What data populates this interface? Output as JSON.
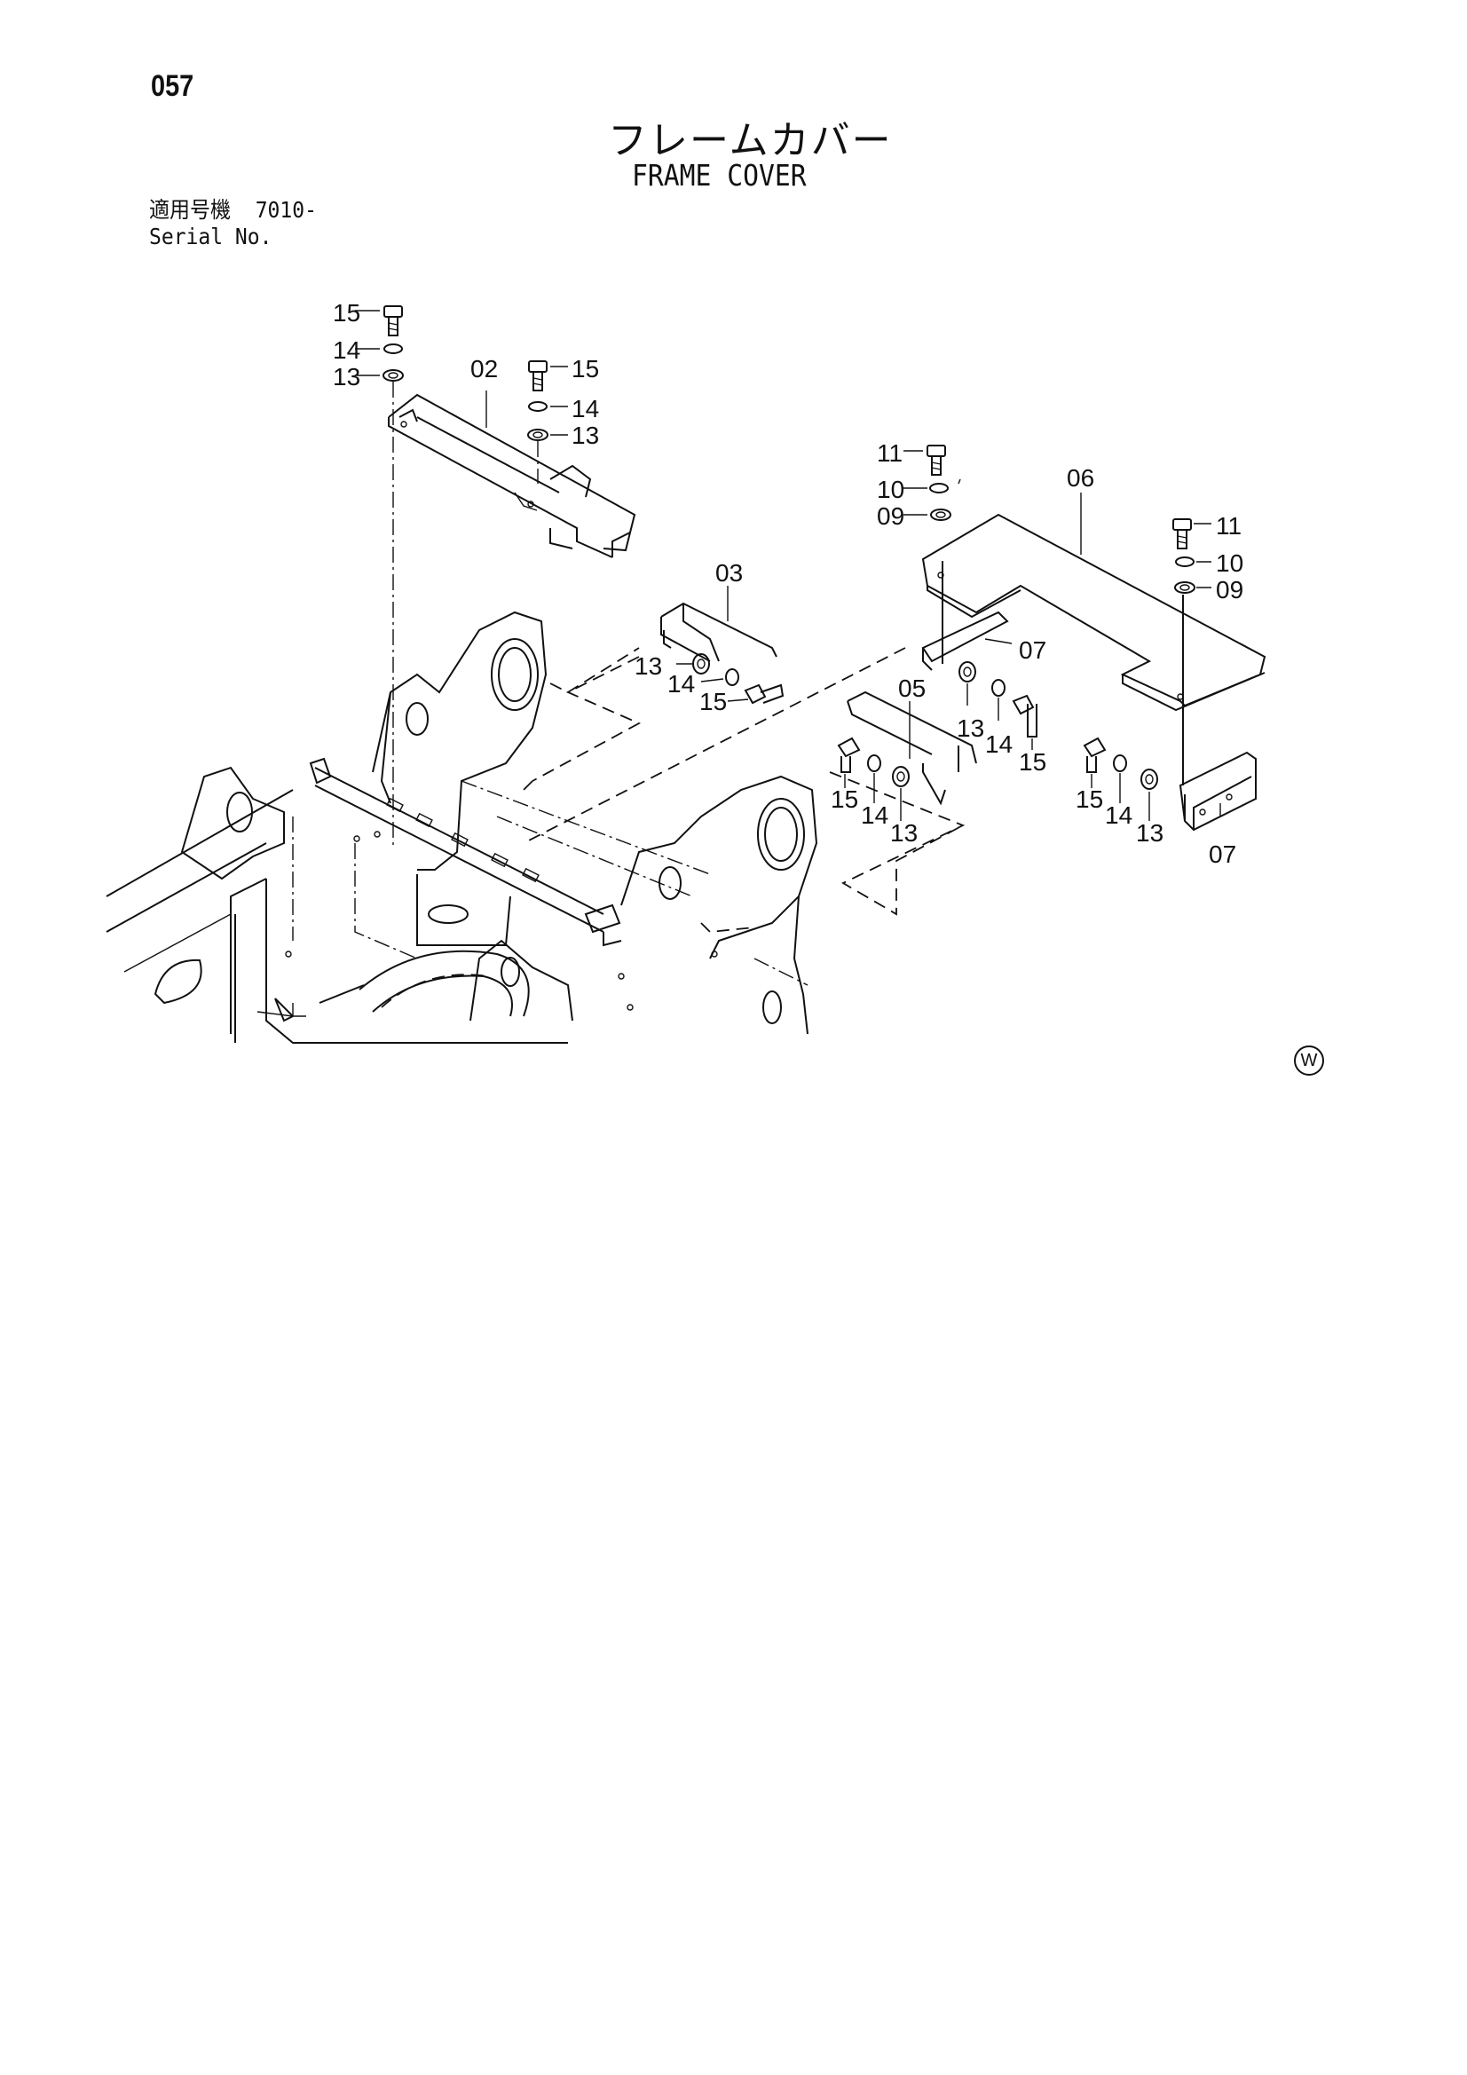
{
  "page_number": "057",
  "title_jp": "フレームカバー",
  "title_en": "FRAME COVER",
  "serial": {
    "label_jp": "適用号機",
    "value": "7010-",
    "label_en": "Serial No."
  },
  "mark": "W",
  "callouts": {
    "c02": "02",
    "c03": "03",
    "c05": "05",
    "c06": "06",
    "c07a": "07",
    "c07b": "07",
    "c09a": "09",
    "c09b": "09",
    "c10a": "10",
    "c10b": "10",
    "c11a": "11",
    "c11b": "11",
    "c13a": "13",
    "c13b": "13",
    "c13c": "13",
    "c13d": "13",
    "c13e": "13",
    "c13f": "13",
    "c14a": "14",
    "c14b": "14",
    "c14c": "14",
    "c14d": "14",
    "c14e": "14",
    "c14f": "14",
    "c15a": "15",
    "c15b": "15",
    "c15c": "15",
    "c15d": "15",
    "c15e": "15",
    "c15f": "15"
  }
}
